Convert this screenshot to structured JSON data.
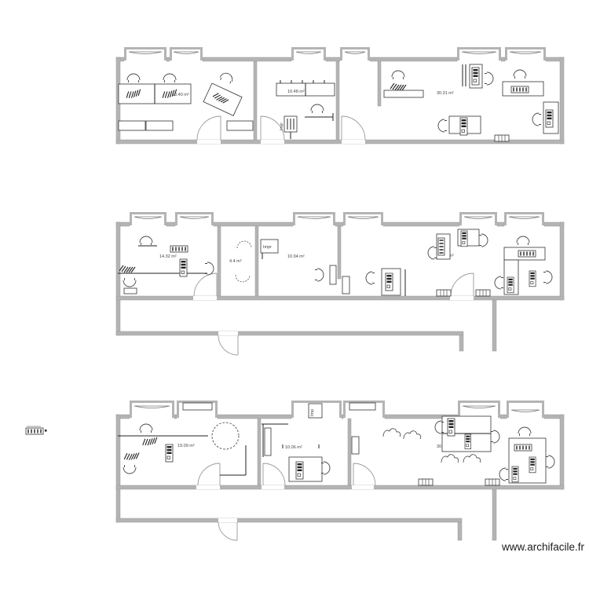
{
  "watermark": {
    "text": "www.archifacile.fr"
  },
  "floors": {
    "floor1": {
      "room1_area": "10.40 m²",
      "room2_area": "10.48 m²",
      "room3_area": "30.31 m²",
      "printer_label": "Impr"
    },
    "floor2": {
      "room1_area": "14.32 m²",
      "room2_area": "4.4 m²",
      "room3_area": "10.94 m²",
      "room4_area": "30.08 m²",
      "printer_label": "Impr"
    },
    "floor3": {
      "room1_area": "19.09 m²",
      "room2_area": "10.06 m²",
      "room3_area": "30.45 m²",
      "printer_label": "Imp"
    }
  }
}
